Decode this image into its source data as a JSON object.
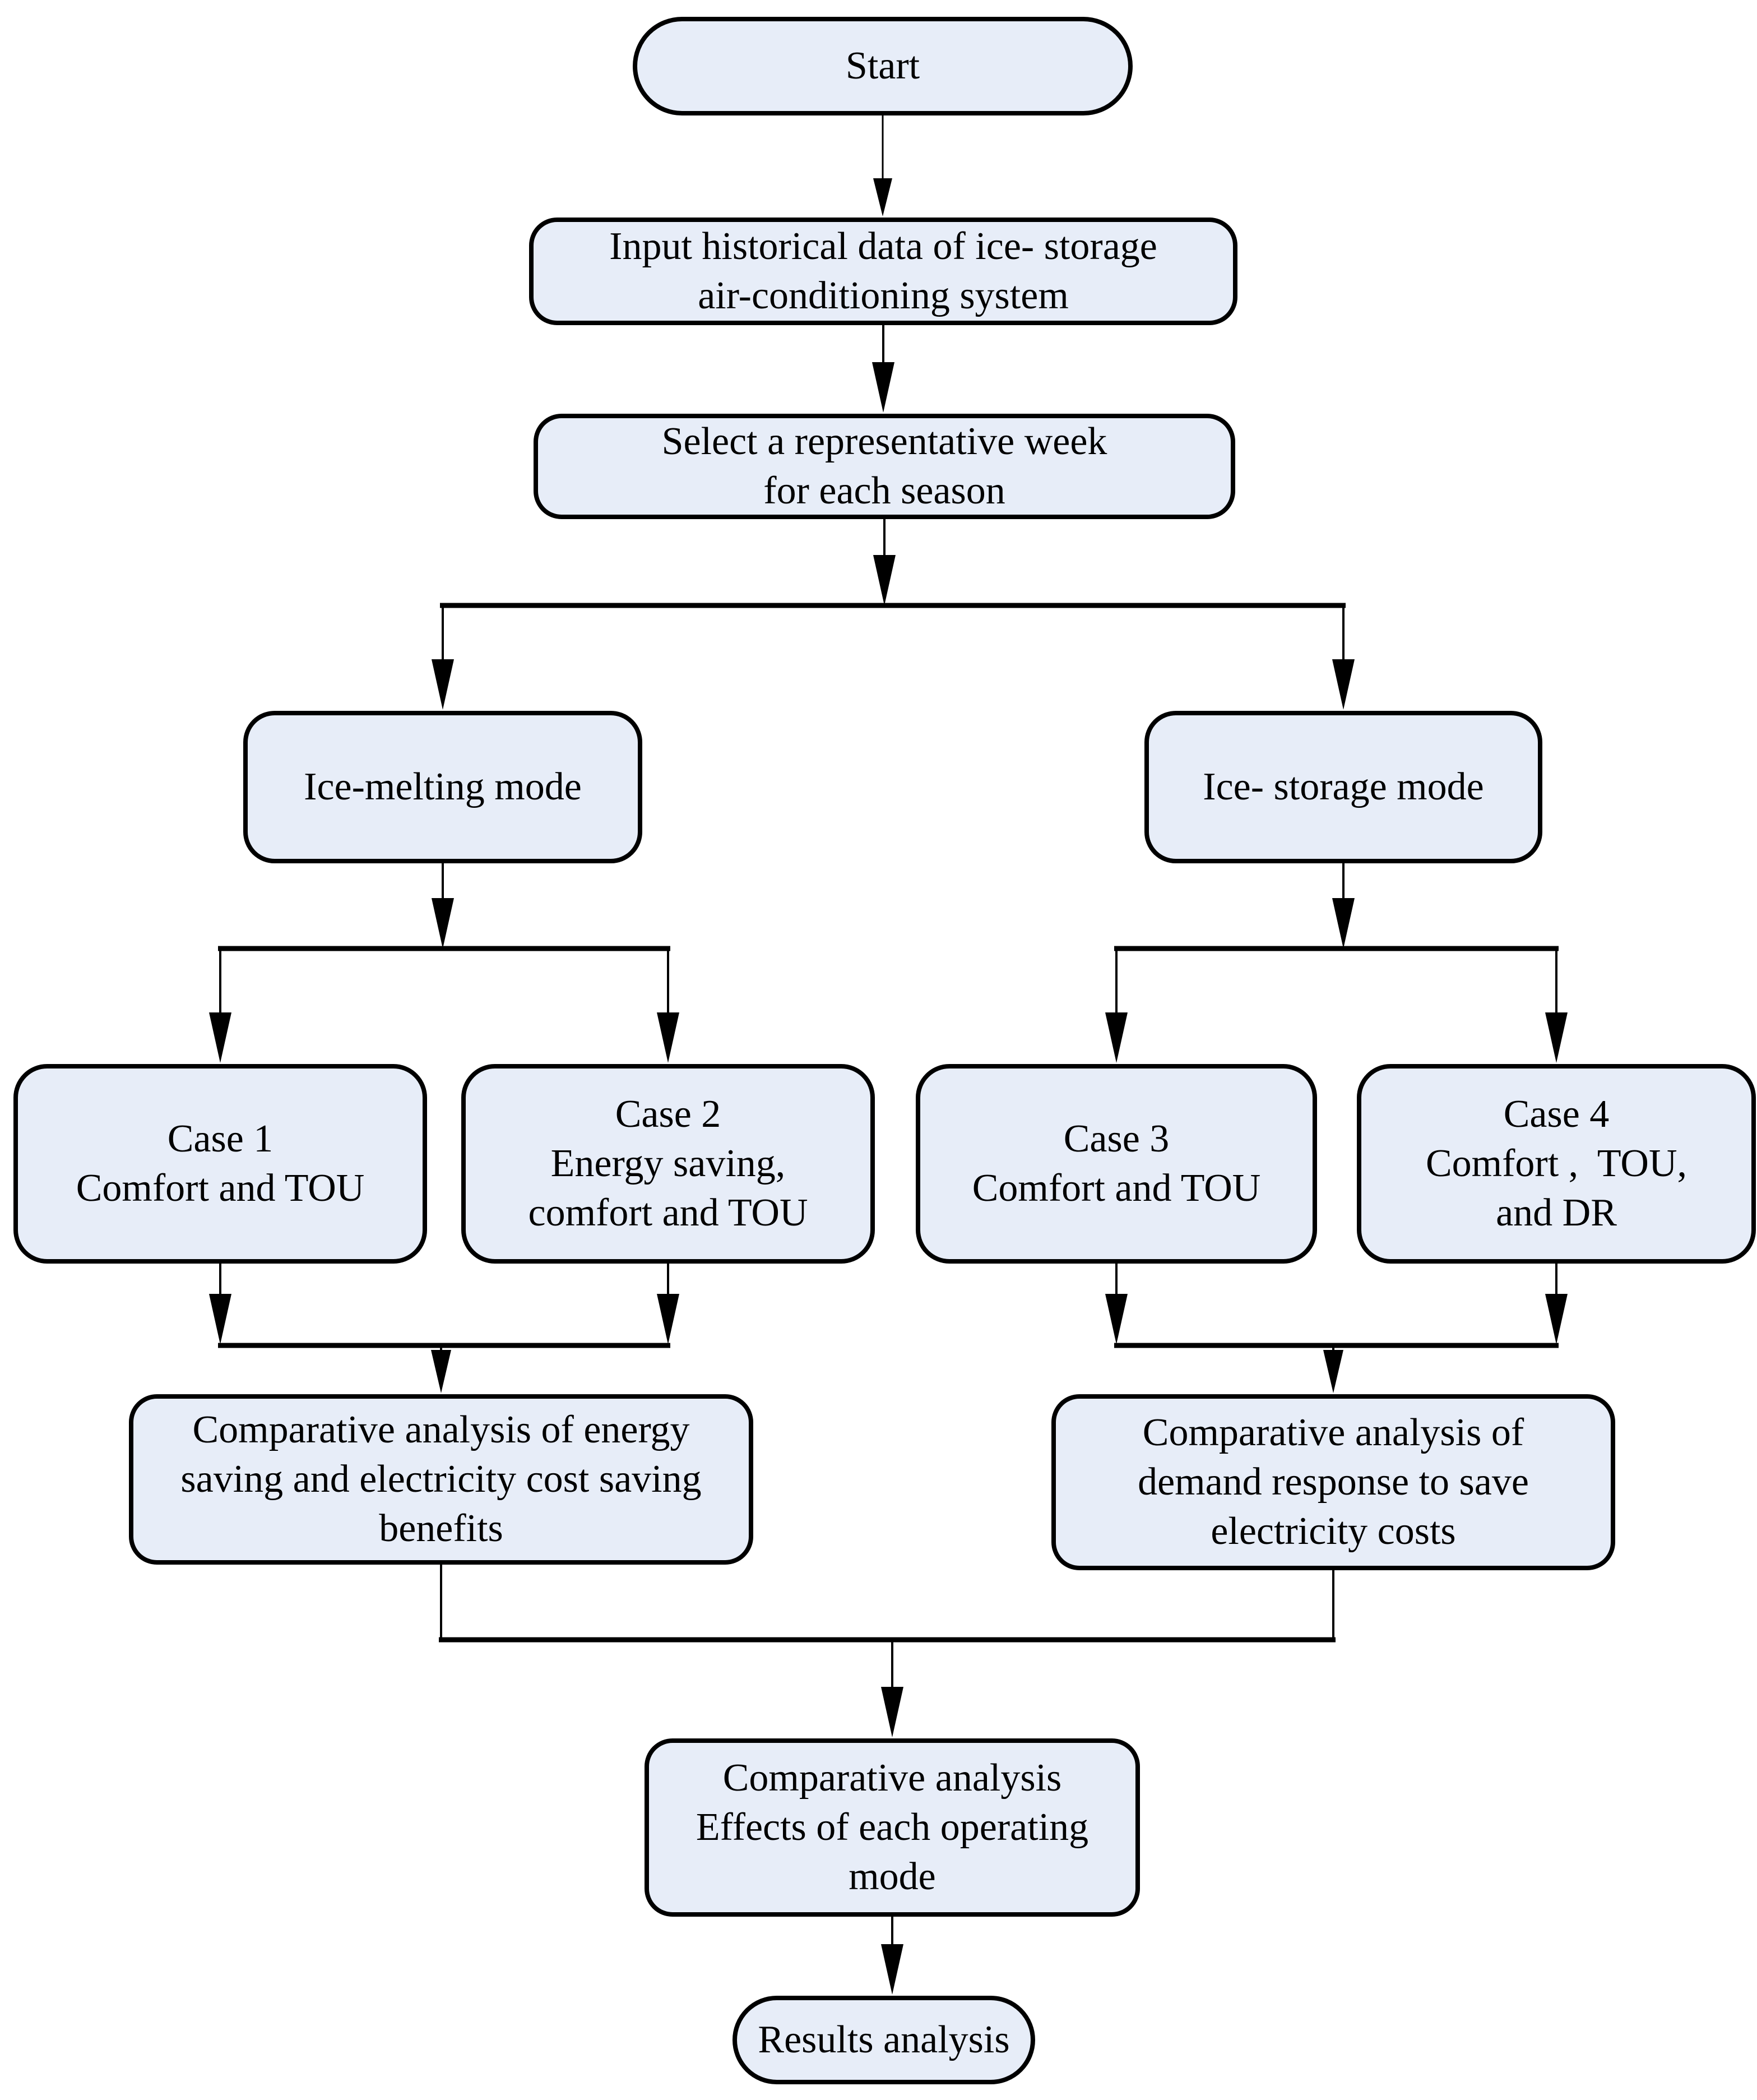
{
  "diagram_type": "flowchart",
  "colors": {
    "node_fill": "#e7edf8",
    "line": "#000000",
    "text": "#000000",
    "background": "#ffffff"
  },
  "nodes": {
    "start": {
      "lines": [
        "Start"
      ]
    },
    "input": {
      "lines": [
        "Input historical data of ice- storage",
        "air-conditioning system"
      ]
    },
    "select": {
      "lines": [
        "Select a representative week",
        "for each season"
      ]
    },
    "ice_melting": {
      "lines": [
        "Ice-melting mode"
      ]
    },
    "ice_storage": {
      "lines": [
        "Ice- storage mode"
      ]
    },
    "case1": {
      "lines": [
        "Case 1",
        "Comfort and TOU"
      ]
    },
    "case2": {
      "lines": [
        "Case 2",
        "Energy saving,",
        "comfort and TOU"
      ]
    },
    "case3": {
      "lines": [
        "Case 3",
        "Comfort and TOU"
      ]
    },
    "case4": {
      "lines": [
        "Case 4",
        "Comfort ,  TOU,",
        "and DR"
      ]
    },
    "comp_energy": {
      "lines": [
        "Comparative analysis of energy",
        "saving and electricity cost saving",
        "benefits"
      ]
    },
    "comp_dr": {
      "lines": [
        "Comparative analysis of",
        "demand response to save",
        "electricity costs"
      ]
    },
    "comp_effects": {
      "lines": [
        "Comparative analysis",
        "Effects of each operating",
        "mode"
      ]
    },
    "results": {
      "lines": [
        "Results analysis"
      ]
    }
  },
  "edges": [
    [
      "start",
      "input"
    ],
    [
      "input",
      "select"
    ],
    [
      "select",
      "ice_melting"
    ],
    [
      "select",
      "ice_storage"
    ],
    [
      "ice_melting",
      "case1"
    ],
    [
      "ice_melting",
      "case2"
    ],
    [
      "ice_storage",
      "case3"
    ],
    [
      "ice_storage",
      "case4"
    ],
    [
      "case1",
      "comp_energy"
    ],
    [
      "case2",
      "comp_energy"
    ],
    [
      "case3",
      "comp_dr"
    ],
    [
      "case4",
      "comp_dr"
    ],
    [
      "comp_energy",
      "comp_effects"
    ],
    [
      "comp_dr",
      "comp_effects"
    ],
    [
      "comp_effects",
      "results"
    ]
  ]
}
